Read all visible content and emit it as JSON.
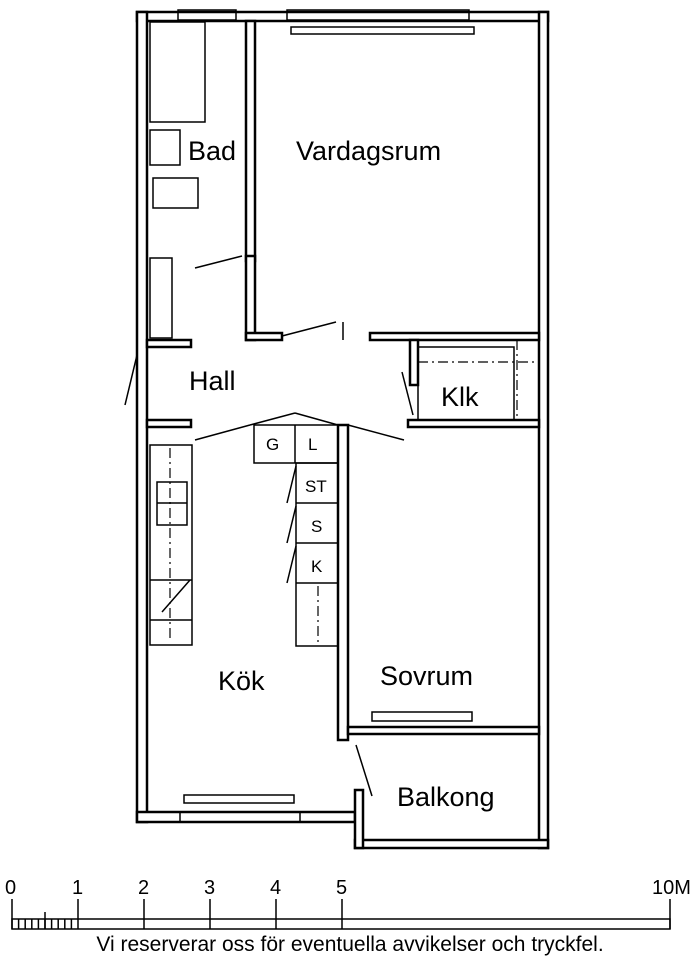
{
  "rooms": {
    "bad": "Bad",
    "vardagsrum": "Vardagsrum",
    "hall": "Hall",
    "klk": "Klk",
    "kok": "Kök",
    "sovrum": "Sovrum",
    "balkong": "Balkong"
  },
  "fixtures": {
    "g": "G",
    "l": "L",
    "st": "ST",
    "s": "S",
    "k": "K"
  },
  "scale": {
    "ticks": [
      "0",
      "1",
      "2",
      "3",
      "4",
      "5",
      "10M"
    ],
    "unit": "M"
  },
  "footer": "Vi reserverar oss för eventuella avvikelser och tryckfel."
}
